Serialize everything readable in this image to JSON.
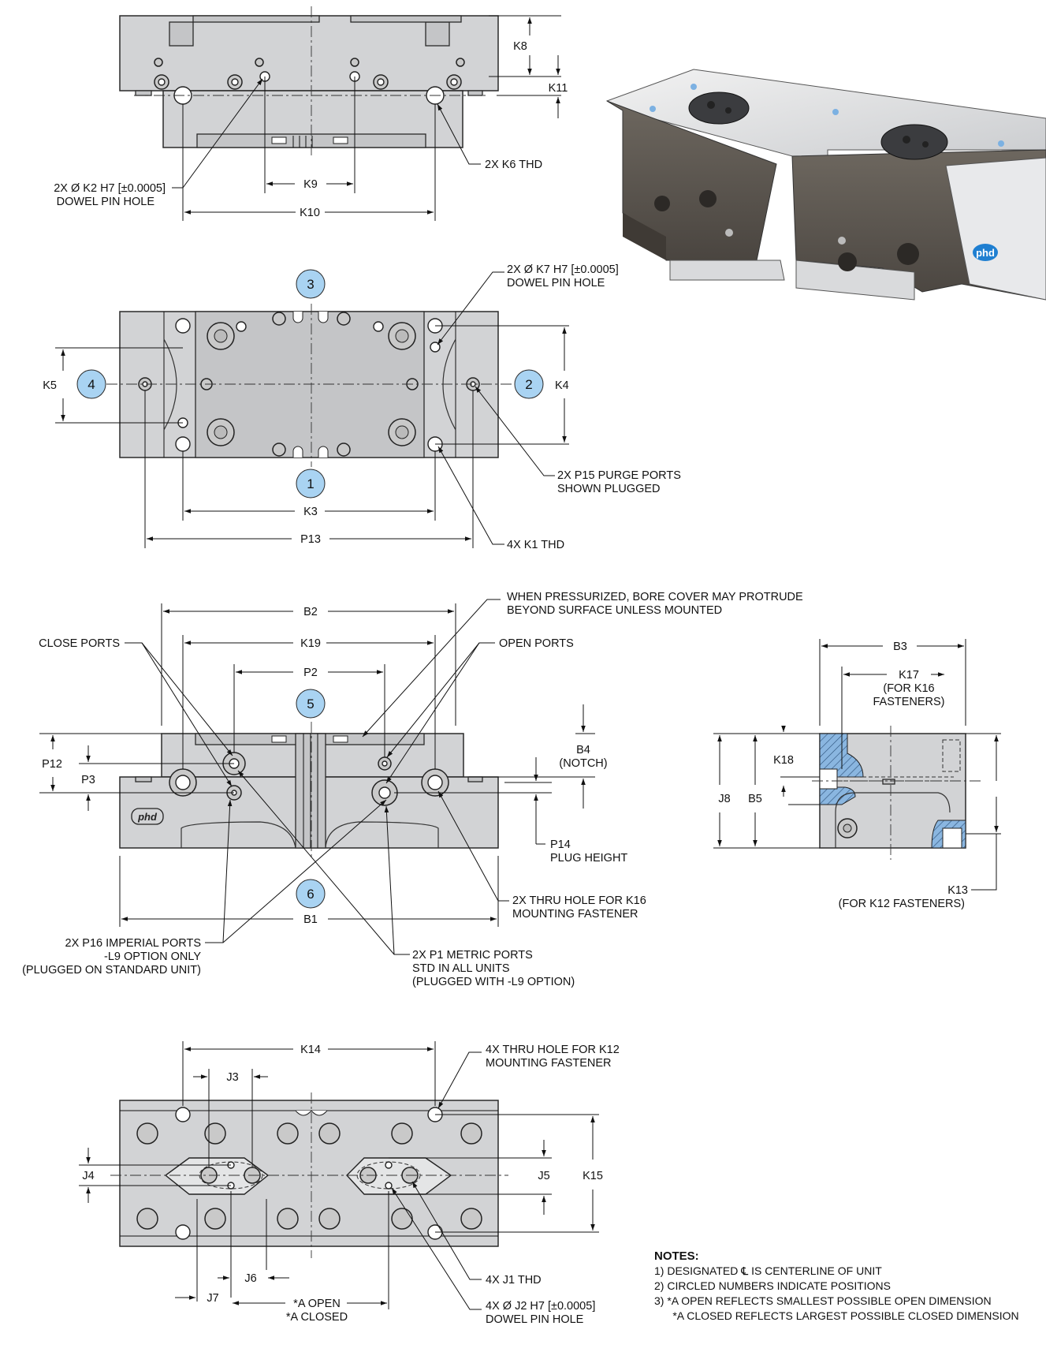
{
  "top_view": {
    "labels": {
      "k8": "K8",
      "k11": "K11",
      "k9": "K9",
      "k10": "K10",
      "k2_line1": "2X Ø K2 H7 [±0.0005]",
      "k2_line2": "DOWEL PIN HOLE",
      "k6": "2X K6 THD"
    }
  },
  "plan_view": {
    "positions": [
      "1",
      "2",
      "3",
      "4"
    ],
    "labels": {
      "k7_line1": "2X Ø K7 H7 [±0.0005]",
      "k7_line2": "DOWEL PIN HOLE",
      "k5": "K5",
      "k4": "K4",
      "k3": "K3",
      "p13": "P13",
      "p15_line1": "2X P15 PURGE PORTS",
      "p15_line2": "SHOWN PLUGGED",
      "k1": "4X K1 THD"
    }
  },
  "front_view": {
    "positions": [
      "5",
      "6"
    ],
    "labels": {
      "b2": "B2",
      "k19": "K19",
      "p2": "P2",
      "close_ports": "CLOSE PORTS",
      "open_ports": "OPEN PORTS",
      "pressurized_line1": "WHEN PRESSURIZED, BORE COVER MAY PROTRUDE",
      "pressurized_line2": "BEYOND SURFACE UNLESS MOUNTED",
      "p12": "P12",
      "p3": "P3",
      "b4_line1": "B4",
      "b4_line2": "(NOTCH)",
      "p14_line1": "P14",
      "p14_line2": "PLUG HEIGHT",
      "b1": "B1",
      "k16_line1": "2X THRU HOLE FOR K16",
      "k16_line2": "MOUNTING FASTENER",
      "p16_line1": "2X P16 IMPERIAL PORTS",
      "p16_line2": "-L9 OPTION ONLY",
      "p16_line3": "(PLUGGED ON STANDARD UNIT)",
      "p1_line1": "2X P1 METRIC PORTS",
      "p1_line2": "STD IN ALL UNITS",
      "p1_line3": "(PLUGGED WITH -L9 OPTION)",
      "logo": "phd"
    }
  },
  "side_view": {
    "labels": {
      "b3": "B3",
      "k17_line1": "K17",
      "k17_line2": "(FOR K16",
      "k17_line3": "FASTENERS)",
      "k18": "K18",
      "j8": "J8",
      "b5": "B5",
      "k13_line1": "K13",
      "k13_line2": "(FOR K12 FASTENERS)"
    }
  },
  "bottom_view": {
    "labels": {
      "k14": "K14",
      "k12_line1": "4X THRU HOLE FOR K12",
      "k12_line2": "MOUNTING FASTENER",
      "j3": "J3",
      "j4": "J4",
      "j5": "J5",
      "k15": "K15",
      "j6": "J6",
      "j7": "J7",
      "j1": "4X J1 THD",
      "j2_line1": "4X Ø J2 H7 [±0.0005]",
      "j2_line2": "DOWEL PIN HOLE",
      "a_open": "*A OPEN",
      "a_closed": "*A CLOSED"
    }
  },
  "product_image": {
    "logo": "phd"
  },
  "notes": {
    "title": "NOTES:",
    "items": [
      "1)  DESIGNATED ℄ IS CENTERLINE OF UNIT",
      "2)  CIRCLED NUMBERS INDICATE POSITIONS",
      "3)  *A OPEN REFLECTS SMALLEST POSSIBLE OPEN DIMENSION",
      "      *A CLOSED REFLECTS LARGEST POSSIBLE CLOSED DIMENSION"
    ]
  },
  "colors": {
    "part_fill": "#d2d3d5",
    "position_circle": "#a9d3f2",
    "section_hatch": "#8ab6e0",
    "logo_blue": "#1f7fd1"
  }
}
